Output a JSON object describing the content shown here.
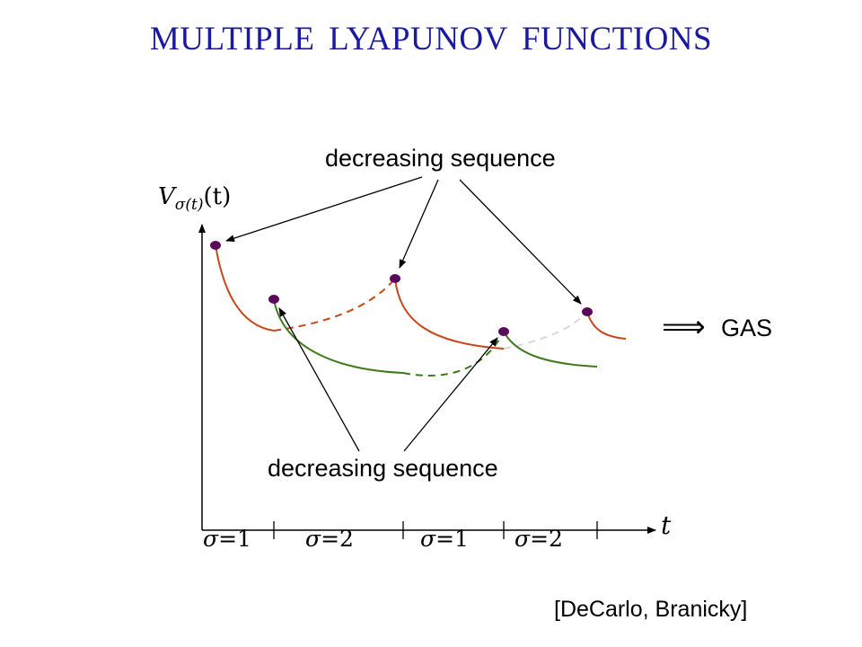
{
  "title": "MULTIPLE  LYAPUNOV  FUNCTIONS",
  "labels": {
    "top": "decreasing sequence",
    "bottom": "decreasing sequence",
    "implies_symbol": "⟹",
    "conclusion": "GAS",
    "citation": "[DeCarlo, Branicky]"
  },
  "axes": {
    "y_main": "V",
    "y_sub": "σ(t)",
    "y_arg": "(t)",
    "x": "t"
  },
  "intervals": [
    {
      "var": "σ",
      "eq": "=",
      "value": "1"
    },
    {
      "var": "σ",
      "eq": "=",
      "value": "2"
    },
    {
      "var": "σ",
      "eq": "=",
      "value": "1"
    },
    {
      "var": "σ",
      "eq": "=",
      "value": "2"
    }
  ],
  "colors": {
    "title": "#1a1aa0",
    "mode1_curve": "#c8461a",
    "mode2_curve": "#3f7a1a",
    "dot": "#5a0a5a",
    "faded_dashed": "#d9d9d9"
  }
}
